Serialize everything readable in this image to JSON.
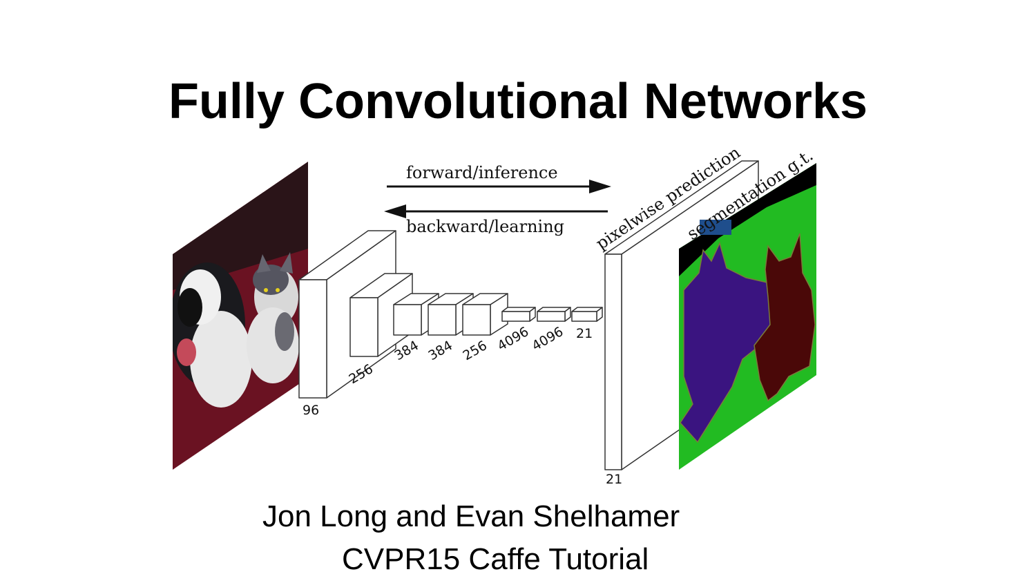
{
  "slide": {
    "title": "Fully Convolutional Networks",
    "authors": "Jon Long and Evan Shelhamer",
    "event": "CVPR15 Caffe Tutorial"
  },
  "diagram": {
    "forward_label": "forward/inference",
    "backward_label": "backward/learning",
    "prediction_label": "pixelwise prediction",
    "groundtruth_label": "segmentation g.t.",
    "layer_labels": [
      "96",
      "256",
      "384",
      "384",
      "256",
      "4096",
      "4096",
      "21"
    ],
    "output_label": "21"
  },
  "colors": {
    "background_class": "#000000",
    "grass_class": "#22bb22",
    "dog_class": "#3a1480",
    "cat_class": "#4a0808",
    "photo_backdrop": "#6a1222",
    "block_stroke": "#333333",
    "label_marker": "#1f4e8c"
  }
}
